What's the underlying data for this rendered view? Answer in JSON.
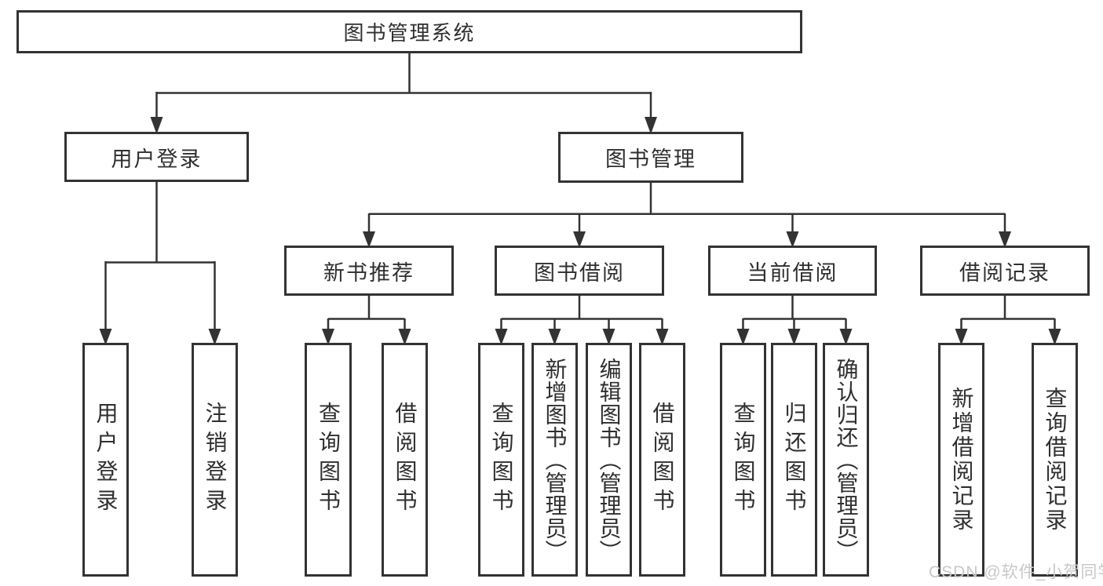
{
  "tree": {
    "root": {
      "label": "图书管理系统"
    },
    "children": [
      {
        "label": "用户登录",
        "children": [
          {
            "label": "用户登录"
          },
          {
            "label": "注销登录"
          }
        ]
      },
      {
        "label": "图书管理",
        "children": [
          {
            "label": "新书推荐",
            "children": [
              {
                "label": "查询图书"
              },
              {
                "label": "借阅图书"
              }
            ]
          },
          {
            "label": "图书借阅",
            "children": [
              {
                "label": "查询图书"
              },
              {
                "label": "新增图书（管理员）"
              },
              {
                "label": "编辑图书（管理员）"
              },
              {
                "label": "借阅图书"
              }
            ]
          },
          {
            "label": "当前借阅",
            "children": [
              {
                "label": "查询图书"
              },
              {
                "label": "归还图书"
              },
              {
                "label": "确认归还（管理员）"
              }
            ]
          },
          {
            "label": "借阅记录",
            "children": [
              {
                "label": "新增借阅记录"
              },
              {
                "label": "查询借阅记录"
              }
            ]
          }
        ]
      }
    ]
  },
  "watermark": "CSDN @软件_小贺同学",
  "colors": {
    "line": "#333333",
    "box_border": "#333333",
    "background": "#ffffff",
    "watermark": "#c8c8c8"
  }
}
